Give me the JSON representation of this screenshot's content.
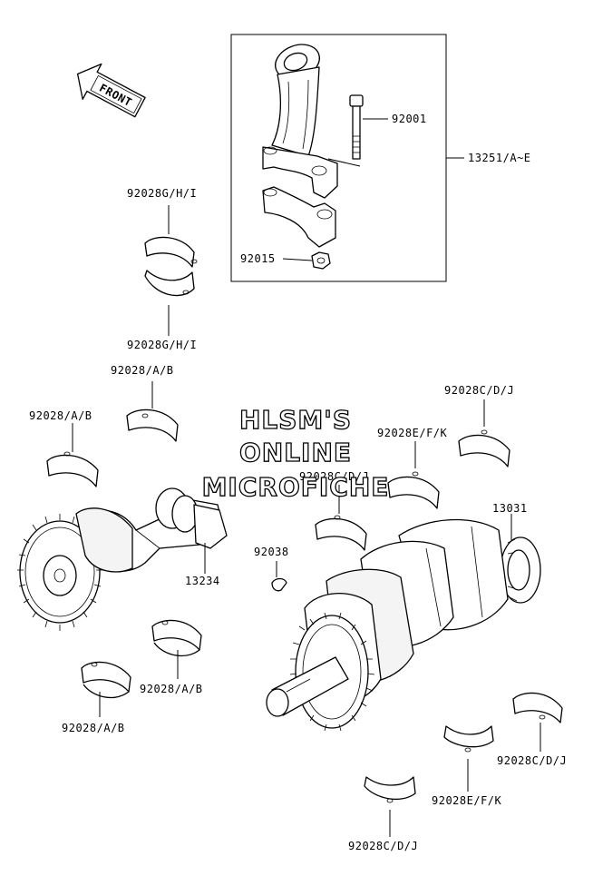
{
  "diagram": {
    "front_label": "FRONT",
    "watermark": {
      "line1": "HLSM'S",
      "line2": "ONLINE",
      "line3": "MICROFICHE"
    },
    "labels": {
      "p92001": "92001",
      "p13251": "13251/A~E",
      "p92015": "92015",
      "p92028ghi_top": "92028G/H/I",
      "p92028ghi_bottom": "92028G/H/I",
      "p92028ab_upper_right": "92028/A/B",
      "p92028ab_upper_left": "92028/A/B",
      "p92028cdj_top_right": "92028C/D/J",
      "p92028efk_upper": "92028E/F/K",
      "p92028cdj_mid": "92028C/D/J",
      "p13031": "13031",
      "p92038": "92038",
      "p13234": "13234",
      "p92028ab_lower_right": "92028/A/B",
      "p92028ab_lower_left": "92028/A/B",
      "p92028cdj_lower_right": "92028C/D/J",
      "p92028efk_lower": "92028E/F/K",
      "p92028cdj_bottom": "92028C/D/J"
    }
  }
}
